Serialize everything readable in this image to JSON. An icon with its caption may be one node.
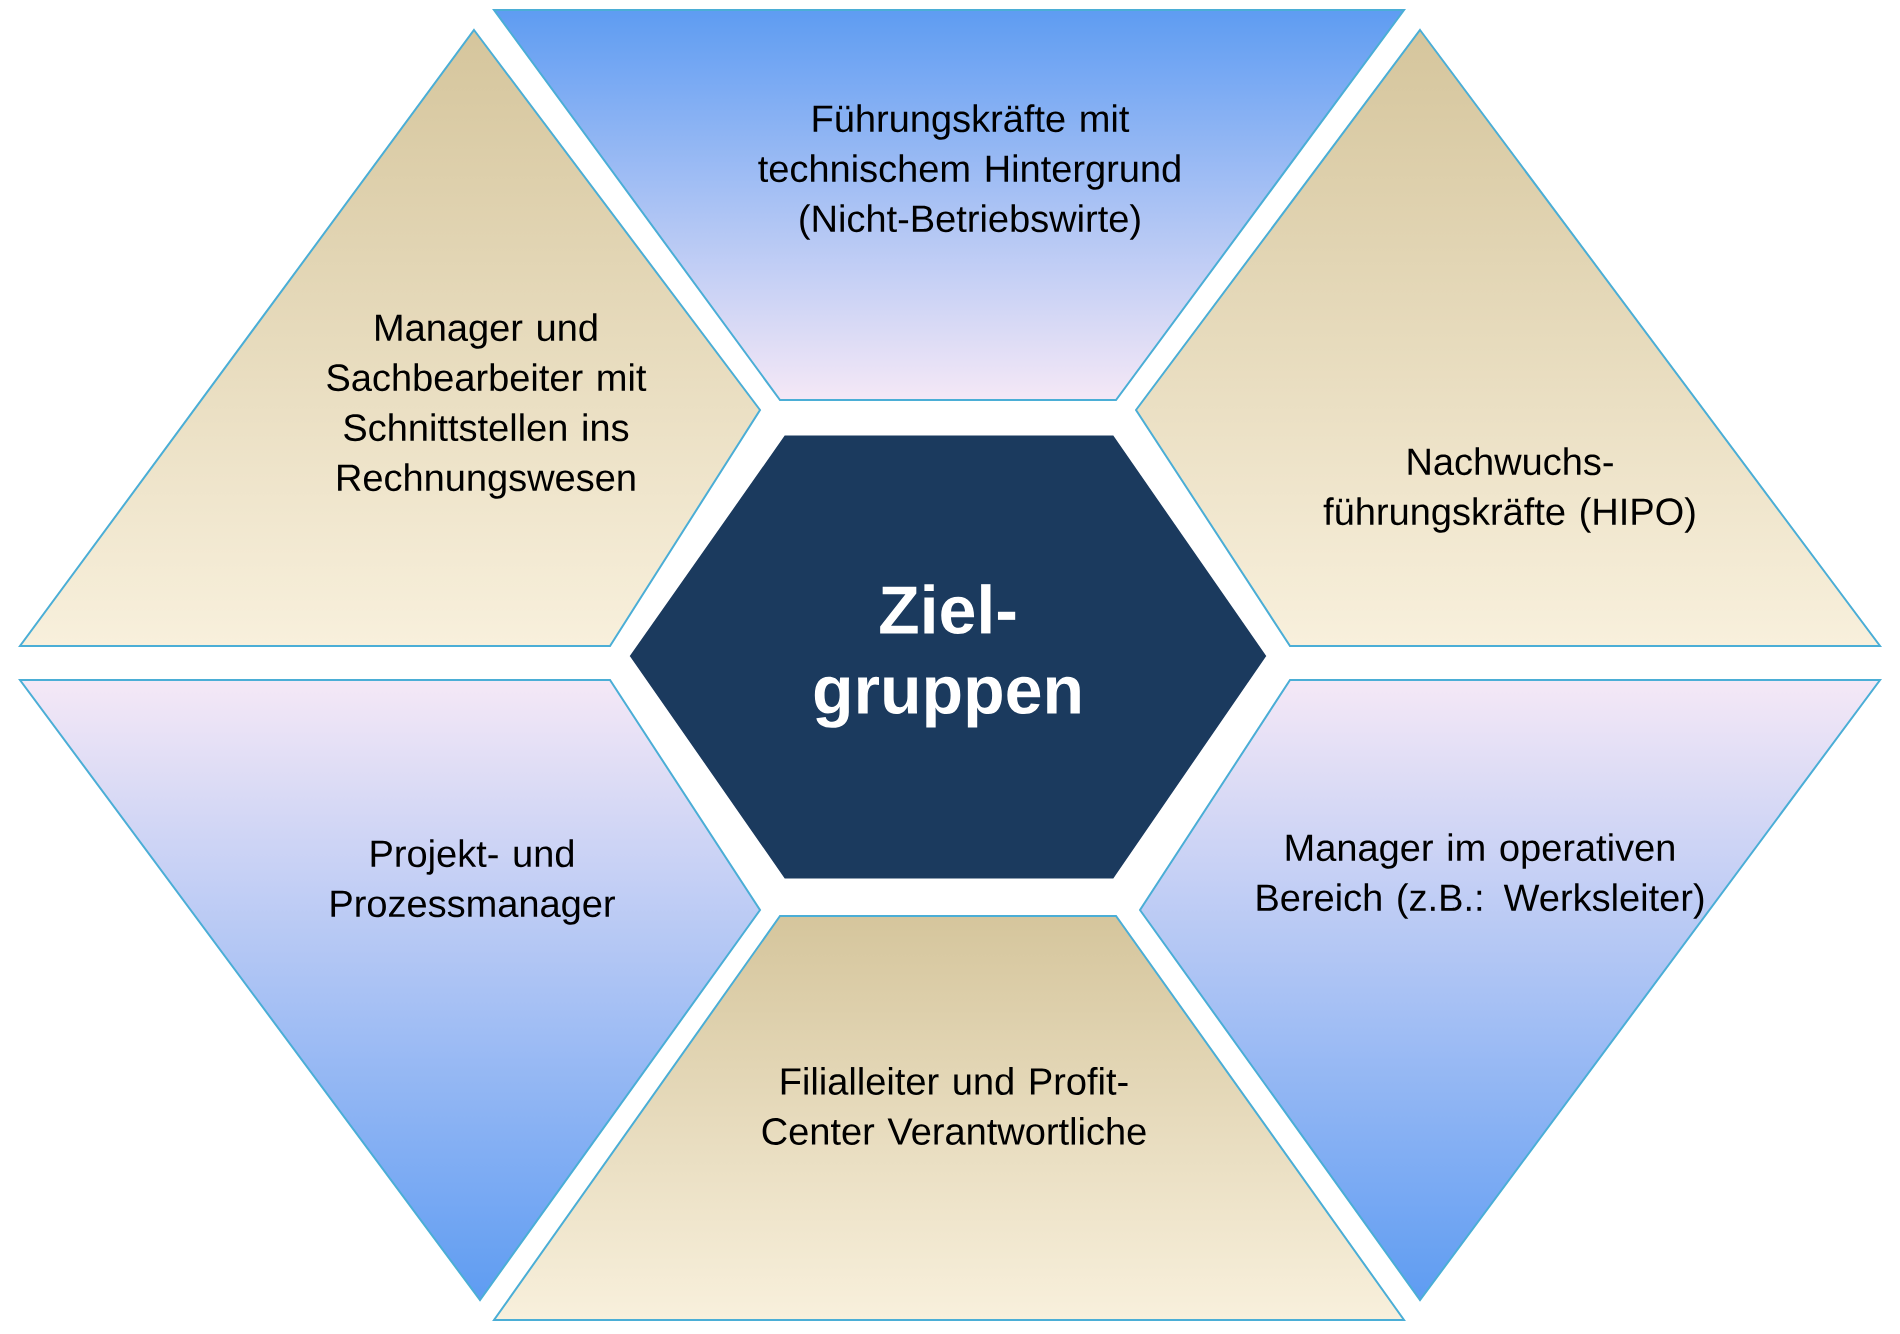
{
  "diagram": {
    "nodes": [
      {
        "text": [
          "Manager und Sachbearbeiter mit Schnittstellen ins Rechnungswesen"
        ]
      },
      {
        "text": [
          "Führungskräfte mit technischem Hintergrund (Nicht-Betriebswirte)"
        ]
      },
      {
        "text": [
          "Nachwuchs- führungskräfte (HIPO)"
        ]
      },
      {
        "text": [
          "Ziel- gruppen"
        ]
      },
      {
        "text": [
          "Projekt- und Prozessmanager"
        ]
      },
      {
        "text": [
          "Manager im operativen Bereich (z.B.: Werksleiter)"
        ]
      },
      {
        "text": [
          "Filialleiter und Profit-Center Verantwortliche"
        ]
      }
    ]
  }
}
